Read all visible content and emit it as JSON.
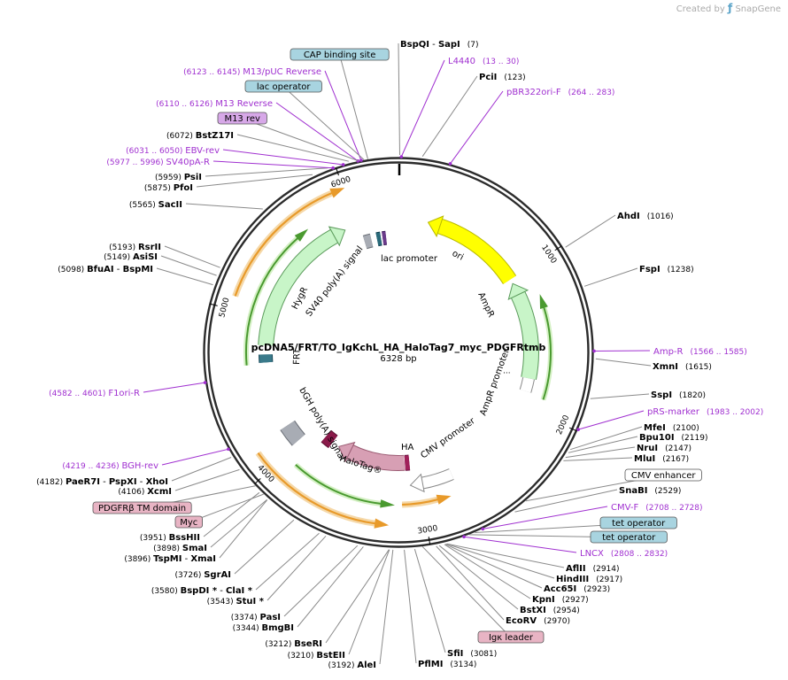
{
  "branding": {
    "created_by": "Created by",
    "product": "SnapGene"
  },
  "plasmid": {
    "name": "pcDNA5/FRT/TO_IgKchL_HA_HaloTag7_myc_PDGFRtmb",
    "size_label": "6328 bp",
    "length": 6328
  },
  "colors": {
    "backbone": "#2b2b2b",
    "leader_line": "#8a8a8a",
    "primer": "#a030d0",
    "enzyme_text": "#000000",
    "feature_box_blue": "#a8d4e0",
    "feature_box_purple": "#d7a8e8",
    "feature_box_pink": "#e8b4c4",
    "orange": "#e89a2a",
    "green": "#4a9a30"
  },
  "ticks": [
    {
      "bp": 1000,
      "label": "1000"
    },
    {
      "bp": 2000,
      "label": "2000"
    },
    {
      "bp": 3000,
      "label": "3000"
    },
    {
      "bp": 4000,
      "label": "4000"
    },
    {
      "bp": 5000,
      "label": "5000"
    },
    {
      "bp": 6000,
      "label": "6000"
    }
  ],
  "enzymes_right": [
    {
      "name": "BspQI",
      "name2": "SapI",
      "pos": "(7)"
    },
    {
      "name": "PciI",
      "pos": "(123)"
    },
    {
      "name": "AhdI",
      "pos": "(1016)"
    },
    {
      "name": "FspI",
      "pos": "(1238)"
    },
    {
      "name": "XmnI",
      "pos": "(1615)"
    },
    {
      "name": "SspI",
      "pos": "(1820)"
    },
    {
      "name": "MfeI",
      "pos": "(2100)"
    },
    {
      "name": "Bpu10I",
      "pos": "(2119)"
    },
    {
      "name": "NruI",
      "pos": "(2147)"
    },
    {
      "name": "MluI",
      "pos": "(2167)"
    },
    {
      "name": "SnaBI",
      "pos": "(2529)"
    },
    {
      "name": "AflII",
      "pos": "(2914)"
    },
    {
      "name": "HindIII",
      "pos": "(2917)"
    },
    {
      "name": "Acc65I",
      "pos": "(2923)"
    },
    {
      "name": "KpnI",
      "pos": "(2927)"
    },
    {
      "name": "BstXI",
      "pos": "(2954)"
    },
    {
      "name": "EcoRV",
      "pos": "(2970)"
    },
    {
      "name": "SfiI",
      "pos": "(3081)"
    },
    {
      "name": "PflMI",
      "pos": "(3134)"
    }
  ],
  "enzymes_left": [
    {
      "name": "BstZ17I",
      "pos": "(6072)"
    },
    {
      "name": "PsiI",
      "pos": "(5959)"
    },
    {
      "name": "PfoI",
      "pos": "(5875)"
    },
    {
      "name": "SacII",
      "pos": "(5565)"
    },
    {
      "name": "RsrII",
      "pos": "(5193)"
    },
    {
      "name": "AsiSI",
      "pos": "(5149)"
    },
    {
      "name": "BfuAI",
      "name2": "BspMI",
      "pos": "(5098)"
    },
    {
      "name": "PaeR7I",
      "name2": "PspXI",
      "name3": "XhoI",
      "pos": "(4182)"
    },
    {
      "name": "XcmI",
      "pos": "(4106)"
    },
    {
      "name": "BssHII",
      "pos": "(3951)"
    },
    {
      "name": "SmaI",
      "pos": "(3898)"
    },
    {
      "name": "TspMI",
      "name2": "XmaI",
      "pos": "(3896)"
    },
    {
      "name": "SgrAI",
      "pos": "(3726)"
    },
    {
      "name": "BspDI *",
      "name2": "ClaI *",
      "pos": "(3580)"
    },
    {
      "name": "StuI *",
      "pos": "(3543)"
    },
    {
      "name": "PasI",
      "pos": "(3374)"
    },
    {
      "name": "BmgBI",
      "pos": "(3344)"
    },
    {
      "name": "BseRI",
      "pos": "(3212)"
    },
    {
      "name": "BstEII",
      "pos": "(3210)"
    },
    {
      "name": "AleI",
      "pos": "(3192)"
    }
  ],
  "primers": [
    {
      "name": "L4440",
      "range": "(13 .. 30)"
    },
    {
      "name": "pBR322ori-F",
      "range": "(264 .. 283)"
    },
    {
      "name": "Amp-R",
      "range": "(1566 .. 1585)"
    },
    {
      "name": "pRS-marker",
      "range": "(1983 .. 2002)"
    },
    {
      "name": "CMV-F",
      "range": "(2708 .. 2728)"
    },
    {
      "name": "LNCX",
      "range": "(2808 .. 2832)"
    },
    {
      "name": "M13/pUC Reverse",
      "range": "(6123 .. 6145)"
    },
    {
      "name": "M13 Reverse",
      "range": "(6110 .. 6126)"
    },
    {
      "name": "EBV-rev",
      "range": "(6031 .. 6050)"
    },
    {
      "name": "SV40pA-R",
      "range": "(5977 .. 5996)"
    },
    {
      "name": "F1ori-R",
      "range": "(4582 .. 4601)"
    },
    {
      "name": "BGH-rev",
      "range": "(4219 .. 4236)"
    }
  ],
  "boxed_features": [
    {
      "label": "CAP binding site",
      "style": "blue"
    },
    {
      "label": "lac operator",
      "style": "blue"
    },
    {
      "label": "M13 rev",
      "style": "purple"
    },
    {
      "label": "CMV enhancer",
      "style": "white"
    },
    {
      "label": "tet operator",
      "style": "blue"
    },
    {
      "label": "tet operator",
      "style": "blue"
    },
    {
      "label": "Igκ leader",
      "style": "pink"
    },
    {
      "label": "PDGFRβ TM domain",
      "style": "pink"
    },
    {
      "label": "Myc",
      "style": "pink"
    }
  ],
  "inner_labels": {
    "lac_promoter": "lac promoter",
    "ori": "ori",
    "ampr": "AmpR",
    "ampr_promoter": "AmpR promoter",
    "cmv_promoter": "CMV promoter",
    "ha": "HA",
    "halotag": "HaloTag®",
    "bgh": "bGH poly(A) signal",
    "hygr": "HygR",
    "sv40": "SV40 poly(A) signal",
    "frt": "FRT",
    "dots": "···"
  }
}
